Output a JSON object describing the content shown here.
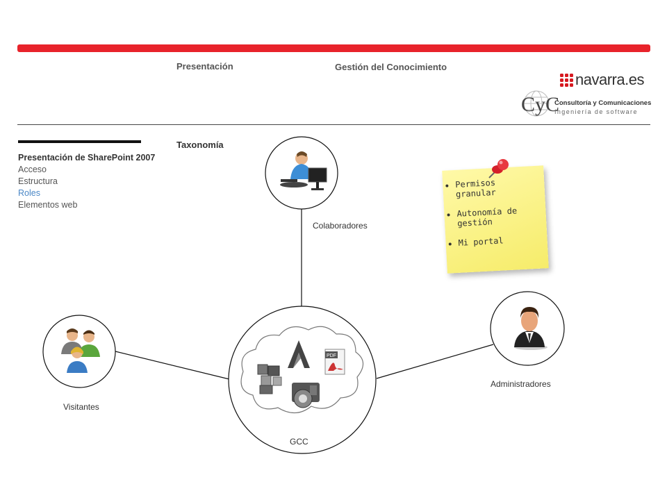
{
  "header": {
    "tab_presentacion": "Presentación",
    "tab_gestion": "Gestión del Conocimiento",
    "section_title": "Taxonomía",
    "brand_navarra": "navarra.es",
    "brand_cyc": "CyC",
    "brand_cyc_line1": "Consultoría y Comunicaciones",
    "brand_cyc_line2": "Ingeniería de software",
    "accent_color": "#e8232b"
  },
  "sidebar": {
    "title": "Presentación de SharePoint 2007",
    "items": [
      {
        "label": "Acceso",
        "active": false
      },
      {
        "label": "Estructura",
        "active": false
      },
      {
        "label": "Roles",
        "active": true
      },
      {
        "label": "Elementos web",
        "active": false
      }
    ],
    "active_color": "#4a87c6"
  },
  "diagram": {
    "nodes": [
      {
        "id": "colaboradores",
        "label": "Colaboradores",
        "icon": "user-computer-icon"
      },
      {
        "id": "visitantes",
        "label": "Visitantes",
        "icon": "user-group-icon"
      },
      {
        "id": "administradores",
        "label": "Administradores",
        "icon": "admin-user-icon"
      },
      {
        "id": "gcc",
        "label": "GCC",
        "icon": "cloud-documents-icon"
      }
    ],
    "cloud_icons": {
      "pdf": "PDF"
    }
  },
  "sticky_note": {
    "items": [
      "Permisos granular",
      "Autonomía de gestión",
      "Mi portal"
    ]
  }
}
